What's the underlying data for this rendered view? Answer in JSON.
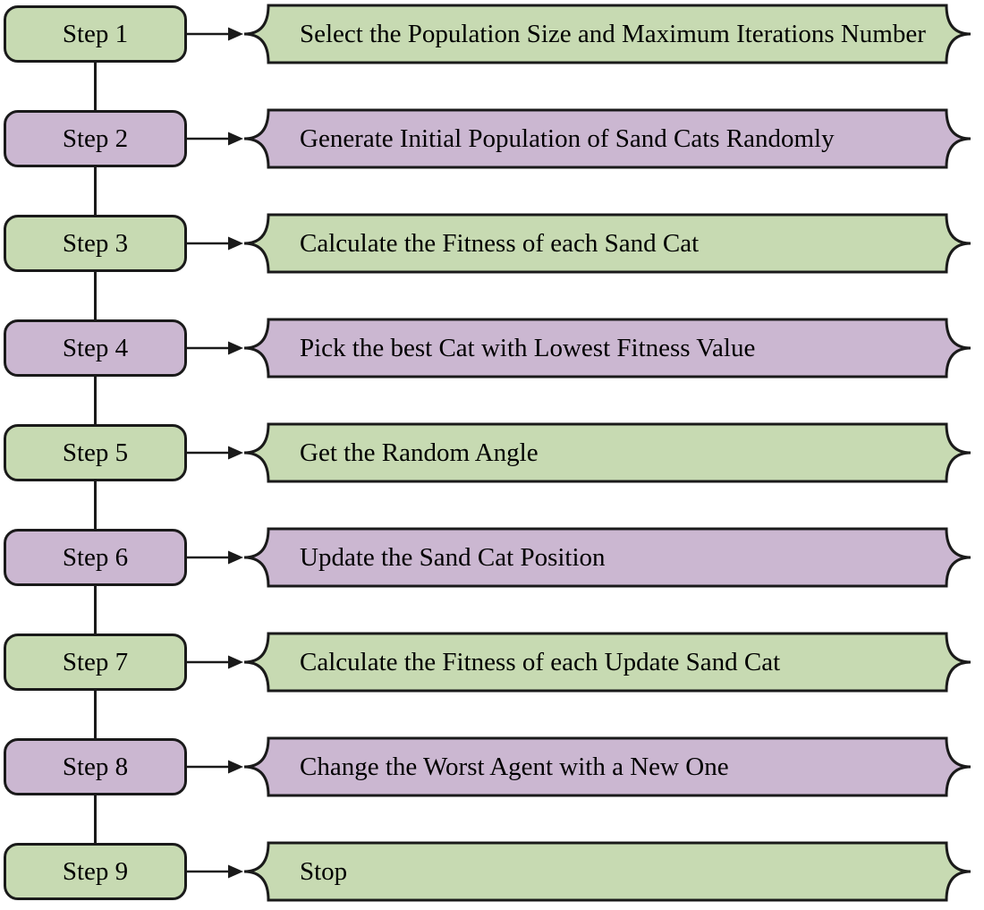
{
  "colors": {
    "green": "#c7dab2",
    "purple": "#cbb7d1",
    "outline": "#1a1a1a"
  },
  "icons": {
    "arrow": "right-arrow"
  },
  "rows": [
    {
      "step_label": "Step 1",
      "description": "Select the Population Size and Maximum Iterations Number",
      "color": "green"
    },
    {
      "step_label": "Step 2",
      "description": "Generate Initial Population of Sand Cats Randomly",
      "color": "purple"
    },
    {
      "step_label": "Step 3",
      "description": "Calculate the Fitness of each Sand Cat",
      "color": "green"
    },
    {
      "step_label": "Step 4",
      "description": "Pick the best Cat with Lowest Fitness Value",
      "color": "purple"
    },
    {
      "step_label": "Step 5",
      "description": "Get the Random Angle",
      "color": "green"
    },
    {
      "step_label": "Step 6",
      "description": "Update the Sand Cat Position",
      "color": "purple"
    },
    {
      "step_label": "Step 7",
      "description": "Calculate the Fitness of each Update Sand Cat",
      "color": "green"
    },
    {
      "step_label": "Step 8",
      "description": "Change the Worst Agent with a New One",
      "color": "purple"
    },
    {
      "step_label": "Step 9",
      "description": "Stop",
      "color": "green"
    }
  ]
}
